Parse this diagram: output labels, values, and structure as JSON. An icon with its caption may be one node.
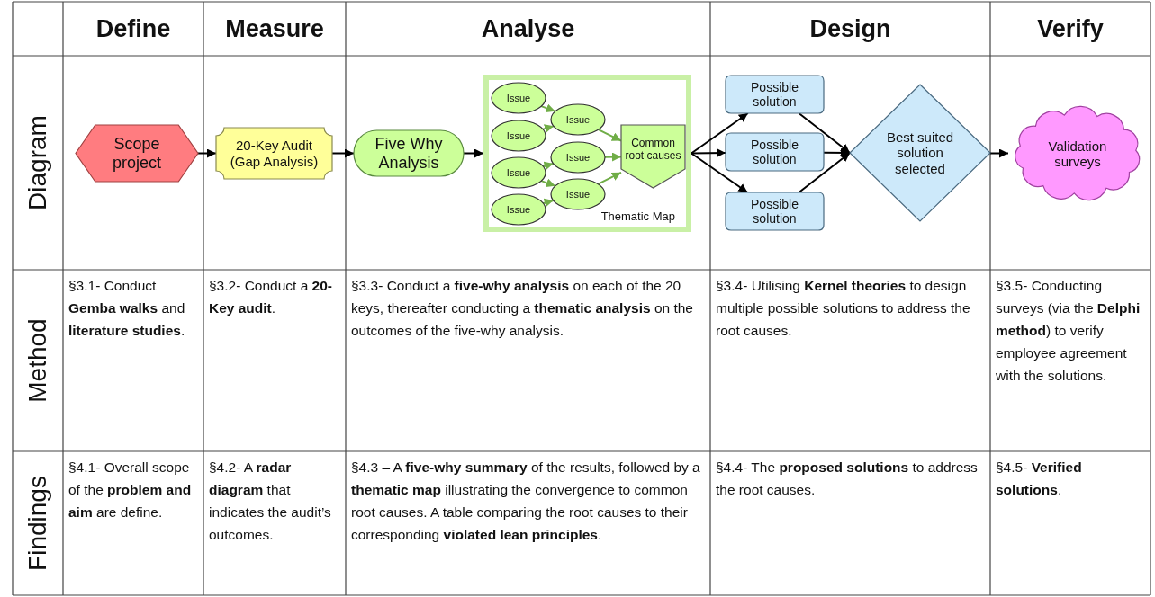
{
  "diagram": {
    "nodes": [
      {
        "text": [
          "Scope project"
        ]
      },
      {
        "text": [
          "20-Key Audit (Gap Analysis)"
        ]
      },
      {
        "text": [
          "Five Why Analysis"
        ]
      },
      {
        "text": [
          "Thematic Map"
        ]
      },
      {
        "text": [
          "Issue"
        ],
        "in": 3
      },
      {
        "text": [
          "Issue"
        ],
        "in": 3
      },
      {
        "text": [
          "Issue"
        ],
        "in": 3
      },
      {
        "text": [
          "Issue"
        ],
        "in": 3
      },
      {
        "text": [
          "Issue"
        ],
        "in": 3
      },
      {
        "text": [
          "Issue"
        ],
        "in": 3
      },
      {
        "text": [
          "Issue"
        ],
        "in": 3
      },
      {
        "text": [
          "Common root causes"
        ],
        "in": 3
      },
      {
        "text": [
          "Possible solution"
        ]
      },
      {
        "text": [
          "Possible solution"
        ]
      },
      {
        "text": [
          "Possible solution"
        ]
      },
      {
        "text": [
          "Best suited solution selected"
        ]
      },
      {
        "text": [
          "Validation surveys"
        ]
      }
    ],
    "edges": [
      {
        "from": 0,
        "to": 1,
        "arrow": "to"
      },
      {
        "from": 1,
        "to": 2,
        "arrow": "to"
      },
      {
        "from": 2,
        "to": 3,
        "arrow": "to"
      },
      {
        "from": 4,
        "to": 8,
        "arrow": "to",
        "color": "#70ad47"
      },
      {
        "from": 5,
        "to": 8,
        "arrow": "to",
        "color": "#70ad47"
      },
      {
        "from": 6,
        "to": 9,
        "arrow": "to",
        "color": "#70ad47"
      },
      {
        "from": 6,
        "to": 10,
        "arrow": "to",
        "color": "#70ad47"
      },
      {
        "from": 7,
        "to": 10,
        "arrow": "to",
        "color": "#70ad47"
      },
      {
        "from": 8,
        "to": 11,
        "arrow": "to",
        "color": "#70ad47"
      },
      {
        "from": 9,
        "to": 11,
        "arrow": "to",
        "color": "#70ad47"
      },
      {
        "from": 10,
        "to": 11,
        "arrow": "to",
        "color": "#70ad47"
      },
      {
        "from": 3,
        "to": 12,
        "arrow": "to"
      },
      {
        "from": 3,
        "to": 13,
        "arrow": "to"
      },
      {
        "from": 3,
        "to": 14,
        "arrow": "to"
      },
      {
        "from": 12,
        "to": 15,
        "arrow": "to"
      },
      {
        "from": 13,
        "to": 15,
        "arrow": "to"
      },
      {
        "from": 14,
        "to": 15,
        "arrow": "to"
      },
      {
        "from": 15,
        "to": 16,
        "arrow": "to"
      }
    ],
    "labels": [
      "Define",
      "Measure",
      "Analyse",
      "Design",
      "Verify",
      "Diagram",
      "Method",
      "§3.1- Conduct **Gemba walks** and **literature studies**.",
      "§3.2- Conduct a **20-Key audit**.",
      "§3.3- Conduct a **five-why analysis** on each of the 20 keys, thereafter conducting a **thematic analysis** on the outcomes of the five-why analysis.",
      "§3.4- Utilising **Kernel theories** to design multiple possible solutions to address the root causes.",
      "§3.5- Conducting surveys (via the **Delphi method**) to verify employee agreement with the solutions.",
      "Findings",
      "§4.1- Overall scope of the **problem and aim** are define.",
      "§4.2- A **radar diagram** that indicates the audit’s outcomes.",
      "§4.3 – A **five-why summary** of the results, followed by a  **thematic map** illustrating the convergence to common root causes. A table comparing the root causes to their corresponding **violated lean principles**.",
      "§4.4- The **proposed solutions** to address the root causes.",
      "§4.5- **Verified solutions**."
    ]
  }
}
